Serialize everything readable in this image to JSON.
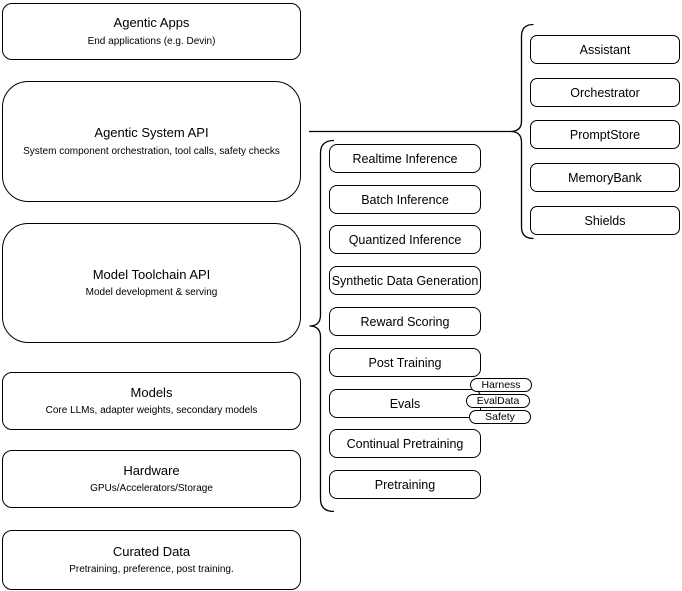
{
  "diagram": {
    "left_stack": [
      {
        "title": "Agentic Apps",
        "subtitle": "End applications (e.g. Devin)"
      },
      {
        "title": "Agentic System API",
        "subtitle": "System component orchestration, tool calls, safety checks"
      },
      {
        "title": "Model Toolchain API",
        "subtitle": "Model development & serving"
      },
      {
        "title": "Models",
        "subtitle": "Core LLMs, adapter weights, secondary models"
      },
      {
        "title": "Hardware",
        "subtitle": "GPUs/Accelerators/Storage"
      },
      {
        "title": "Curated Data",
        "subtitle": "Pretraining, preference, post training."
      }
    ],
    "toolchain_items": [
      "Realtime Inference",
      "Batch Inference",
      "Quantized Inference",
      "Synthetic Data Generation",
      "Reward Scoring",
      "Post Training",
      "Evals",
      "Continual Pretraining",
      "Pretraining"
    ],
    "eval_tags": [
      "Harness",
      "EvalData",
      "Safety"
    ],
    "system_components": [
      "Assistant",
      "Orchestrator",
      "PromptStore",
      "MemoryBank",
      "Shields"
    ],
    "colors": {
      "background": "#ffffff",
      "border": "#000000",
      "text": "#000000"
    }
  }
}
